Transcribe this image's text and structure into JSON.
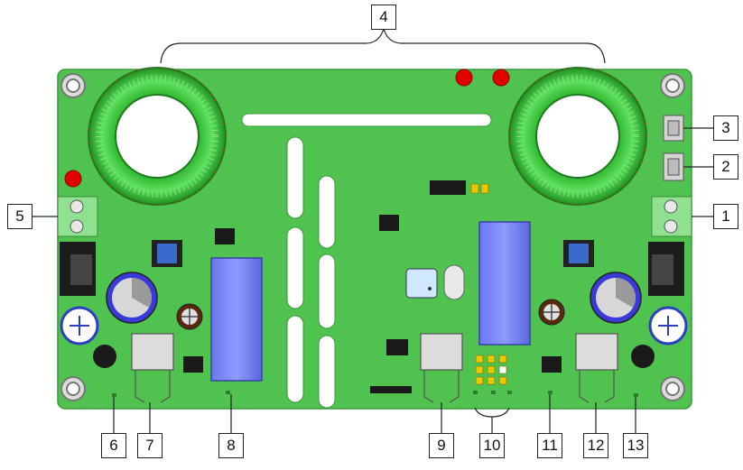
{
  "diagram": {
    "subject": "PCB board with two toroidal inductors",
    "board_color": "#4fc24f",
    "callouts": [
      "1",
      "2",
      "3",
      "4",
      "5",
      "6",
      "7",
      "8",
      "9",
      "10",
      "11",
      "12",
      "13"
    ]
  }
}
